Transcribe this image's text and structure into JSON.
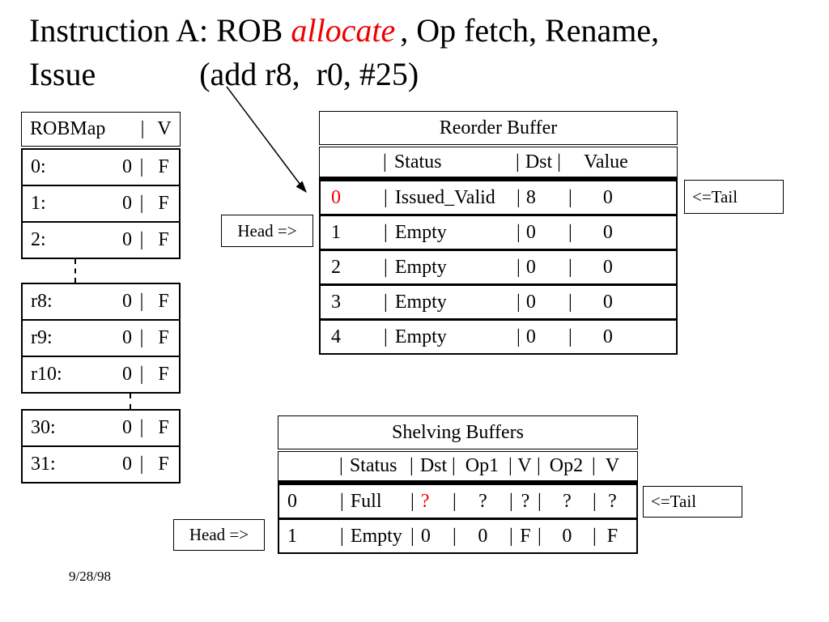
{
  "slide": {
    "title": {
      "pre": "Instruction A: ROB",
      "highlight": "allocate",
      "post": ", Op fetch, Rename,",
      "line2_left": "Issue",
      "line2_right": "(add r8,  r0, #25)"
    },
    "date": "9/28/98"
  },
  "pipe": "|",
  "colors": {
    "accent_red": "#ee0000",
    "text": "#000000",
    "background": "#ffffff"
  },
  "markers": {
    "head": "Head =>",
    "tail": "<=Tail"
  },
  "robmap": {
    "header": {
      "name": "ROBMap",
      "col": "V"
    },
    "group1": [
      {
        "label": "0:",
        "val": "0",
        "flag": "F"
      },
      {
        "label": "1:",
        "val": "0",
        "flag": "F"
      },
      {
        "label": "2:",
        "val": "0",
        "flag": "F"
      }
    ],
    "group2": [
      {
        "label": "r8:",
        "val": "0",
        "flag": "F"
      },
      {
        "label": "r9:",
        "val": "0",
        "flag": "F"
      },
      {
        "label": "r10:",
        "val": "0",
        "flag": "F"
      }
    ],
    "group3": [
      {
        "label": "30:",
        "val": "0",
        "flag": "F"
      },
      {
        "label": "31:",
        "val": "0",
        "flag": "F"
      }
    ]
  },
  "rob": {
    "title": "Reorder Buffer",
    "header": {
      "status": "Status",
      "dst": "Dst |",
      "value": "Value"
    },
    "rows": [
      {
        "idx": "0",
        "status": "Issued_Valid",
        "dst": "8",
        "value": "0"
      },
      {
        "idx": "1",
        "status": "Empty",
        "dst": "0",
        "value": "0"
      },
      {
        "idx": "2",
        "status": "Empty",
        "dst": "0",
        "value": "0"
      },
      {
        "idx": "3",
        "status": "Empty",
        "dst": "0",
        "value": "0"
      },
      {
        "idx": "4",
        "status": "Empty",
        "dst": "0",
        "value": "0"
      }
    ]
  },
  "shelving": {
    "title": "Shelving Buffers",
    "header": {
      "status": "Status",
      "dst": "Dst",
      "op1": "Op1",
      "v1": "V",
      "op2": "Op2",
      "v2": "V"
    },
    "rows": [
      {
        "idx": "0",
        "status": "Full",
        "dst": "?",
        "op1": "?",
        "v1": "?",
        "op2": "?",
        "v2": "?"
      },
      {
        "idx": "1",
        "status": "Empty",
        "dst": "0",
        "op1": "0",
        "v1": "F",
        "op2": "0",
        "v2": "F"
      }
    ]
  }
}
